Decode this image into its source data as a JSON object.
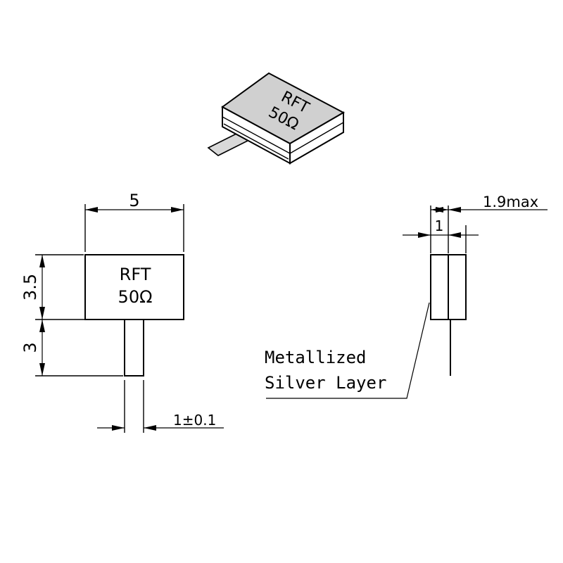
{
  "package_marking": {
    "line1": "RFT",
    "line2": "50Ω"
  },
  "front_view": {
    "marking_line1": "RFT",
    "marking_line2": "50Ω",
    "dim_width": "5",
    "dim_body_height": "3.5",
    "dim_lead_length": "3",
    "dim_lead_width": "1±0.1"
  },
  "side_view": {
    "dim_total_thickness": "1.9max",
    "dim_body_thickness": "1",
    "callout_line1": "Metallized",
    "callout_line2": "Silver Layer"
  }
}
